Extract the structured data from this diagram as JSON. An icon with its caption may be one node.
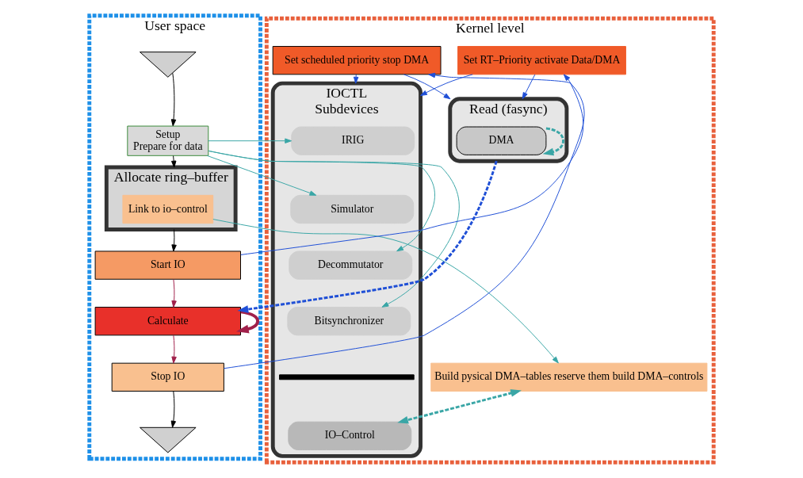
{
  "diagram": {
    "nodes": [
      {
        "text": [
          "User space"
        ]
      },
      {
        "text": [],
        "shape": "triangle",
        "in": 0
      },
      {
        "text": [
          "Setup",
          "Prepare for data"
        ],
        "in": 0
      },
      {
        "text": [
          "Allocate ring–buffer"
        ],
        "in": 0
      },
      {
        "text": [
          "Link to io–control"
        ],
        "in": 3
      },
      {
        "text": [
          "Start IO"
        ],
        "in": 0
      },
      {
        "text": [
          "Calculate"
        ],
        "in": 0
      },
      {
        "text": [
          "Stop IO"
        ],
        "in": 0
      },
      {
        "text": [],
        "shape": "triangle",
        "in": 0
      },
      {
        "text": [
          "Kernel level"
        ]
      },
      {
        "text": [
          "IOCTL",
          "Subdevices"
        ],
        "in": 9
      },
      {
        "text": [
          "IRIG"
        ],
        "in": 10
      },
      {
        "text": [
          "Simulator"
        ],
        "in": 10
      },
      {
        "text": [
          "Decommutator"
        ],
        "in": 10
      },
      {
        "text": [
          "Bitsynchronizer"
        ],
        "in": 10
      },
      {
        "text": [],
        "shape": "bar",
        "in": 10
      },
      {
        "text": [
          "IO–Control"
        ],
        "in": 10
      },
      {
        "text": [
          "Build pysical DMA–tables reserve them build DMA–controls"
        ],
        "in": 9
      },
      {
        "text": [
          "Set RT–Priority activate Data/DMA"
        ],
        "in": 9
      },
      {
        "text": [
          "Read (fasync)"
        ],
        "in": 9
      },
      {
        "text": [
          "DMA"
        ],
        "in": 19
      },
      {
        "text": [
          "Set scheduled priority stop DMA"
        ],
        "in": 9
      }
    ],
    "edges": [
      {
        "from": 1,
        "to": 2,
        "arrow": "to",
        "color": "#000000"
      },
      {
        "from": 2,
        "to": 3,
        "arrow": "to",
        "color": "#000000"
      },
      {
        "from": 2,
        "to": 11,
        "arrow": "to",
        "color": "#3aa6a6"
      },
      {
        "from": 2,
        "to": 12,
        "arrow": "to",
        "color": "#3aa6a6"
      },
      {
        "from": 2,
        "to": 13,
        "arrow": "to",
        "color": "#3aa6a6"
      },
      {
        "from": 2,
        "to": 14,
        "arrow": "to",
        "color": "#3aa6a6"
      },
      {
        "from": 4,
        "to": 17,
        "arrow": "to",
        "color": "#3aa6a6"
      },
      {
        "from": 17,
        "to": 16,
        "arrow": "both",
        "style": "dashed",
        "color": "#3aa6a6"
      },
      {
        "from": 3,
        "to": 5,
        "arrow": "to",
        "color": "#000000"
      },
      {
        "from": 5,
        "to": 6,
        "arrow": "to",
        "color": "#a0204a"
      },
      {
        "from": 6,
        "to": 7,
        "arrow": "to",
        "color": "#a0204a"
      },
      {
        "from": 7,
        "to": 8,
        "arrow": "to",
        "color": "#000000"
      },
      {
        "from": 5,
        "to": 18,
        "arrow": "to",
        "color": "#1f4fd6"
      },
      {
        "from": 18,
        "to": 10,
        "arrow": "to",
        "color": "#1f4fd6"
      },
      {
        "from": 18,
        "to": 19,
        "arrow": "to",
        "color": "#1f4fd6"
      },
      {
        "from": 7,
        "to": 21,
        "arrow": "to",
        "color": "#1f4fd6"
      },
      {
        "from": 21,
        "to": 10,
        "arrow": "to",
        "color": "#1f4fd6"
      },
      {
        "from": 21,
        "to": 19,
        "arrow": "to",
        "color": "#1f4fd6"
      },
      {
        "from": 19,
        "to": 6,
        "arrow": "to",
        "style": "dashed",
        "color": "#1f4fd6"
      },
      {
        "from": 6,
        "to": 6,
        "arrow": "to",
        "style": "thick",
        "color": "#a0204a"
      },
      {
        "from": 20,
        "to": 20,
        "arrow": "to",
        "style": "dashed",
        "color": "#3aa6a6"
      }
    ]
  }
}
